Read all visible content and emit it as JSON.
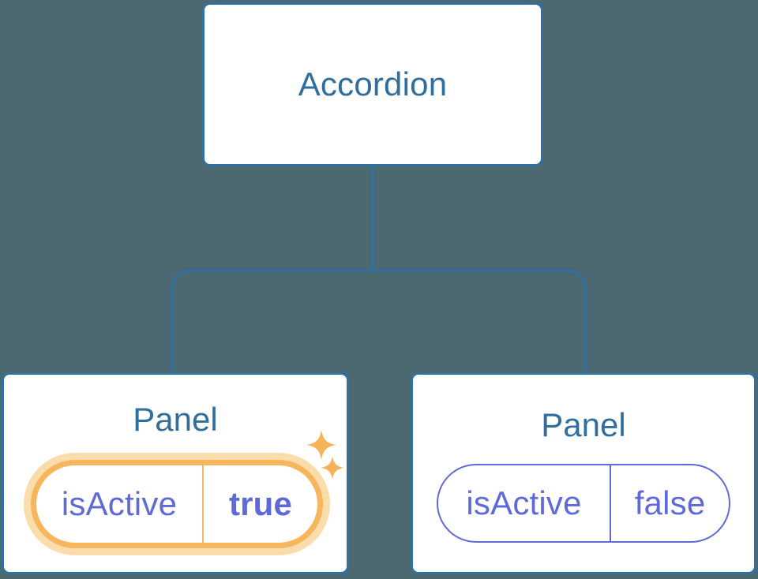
{
  "tree": {
    "root_label": "Accordion",
    "panels": [
      {
        "title": "Panel",
        "state_key": "isActive",
        "state_value": "true",
        "highlighted": true
      },
      {
        "title": "Panel",
        "state_key": "isActive",
        "state_value": "false",
        "highlighted": false
      }
    ]
  },
  "icons": {
    "sparkle_large": "sparkle-icon",
    "sparkle_small": "sparkle-icon"
  },
  "colors": {
    "background": "#4c6870",
    "node_border": "#3171a2",
    "node_fill": "#ffffff",
    "node_text": "#306e9e",
    "connector": "#3171a2",
    "state_text": "#5f6ad8",
    "state_border": "#5f6ad8",
    "highlight": "#f7b55e",
    "highlight_halo": "#fbdcab",
    "sparkle": "#f7b158"
  }
}
